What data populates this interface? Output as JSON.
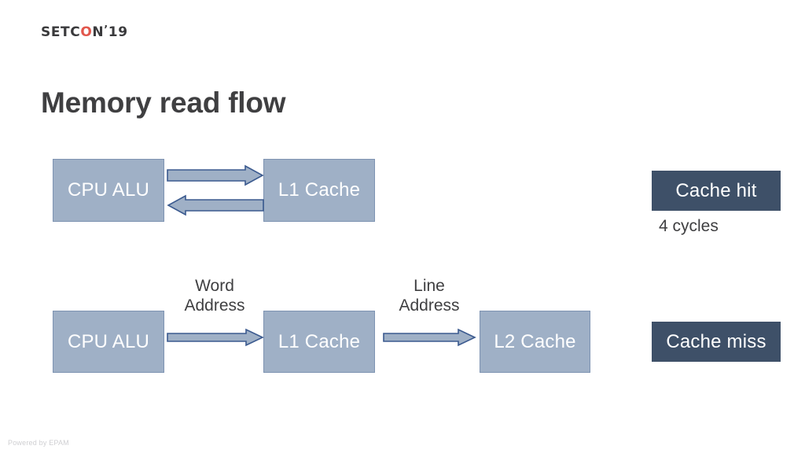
{
  "slide": {
    "logo": {
      "prefix": "SETC",
      "o_letter": "O",
      "suffix": "N",
      "tick": "’",
      "year": "19",
      "o_color": "#e2574c",
      "text_color": "#3a3a3c"
    },
    "title": "Memory read flow",
    "footer": "Powered by EPAM",
    "colors": {
      "node_fill": "#9fb0c6",
      "node_border": "#7e93b2",
      "node_text": "#ffffff",
      "arrow_fill": "#9fb0c6",
      "arrow_stroke": "#3b5a8f",
      "badge_fill": "#3e5068",
      "badge_text": "#ffffff",
      "body_text": "#3f3f41",
      "footer_text": "#cfcfd2",
      "background": "#ffffff"
    }
  },
  "diagram": {
    "row1": {
      "nodes": [
        {
          "id": "cpu-alu-1",
          "label": "CPU ALU"
        },
        {
          "id": "l1-cache-1",
          "label": "L1 Cache"
        }
      ],
      "arrows": [
        {
          "id": "cpu-to-l1",
          "direction": "right",
          "caption": ""
        },
        {
          "id": "l1-to-cpu",
          "direction": "left",
          "caption": ""
        }
      ],
      "status": {
        "label": "Cache hit",
        "detail": "4 cycles"
      }
    },
    "row2": {
      "nodes": [
        {
          "id": "cpu-alu-2",
          "label": "CPU ALU"
        },
        {
          "id": "l1-cache-2",
          "label": "L1 Cache"
        },
        {
          "id": "l2-cache-2",
          "label": "L2 Cache"
        }
      ],
      "arrows": [
        {
          "id": "cpu-to-l1",
          "direction": "right",
          "caption_line1": "Word",
          "caption_line2": "Address"
        },
        {
          "id": "l1-to-l2",
          "direction": "right",
          "caption_line1": "Line",
          "caption_line2": "Address"
        }
      ],
      "status": {
        "label": "Cache miss",
        "detail": ""
      }
    }
  }
}
